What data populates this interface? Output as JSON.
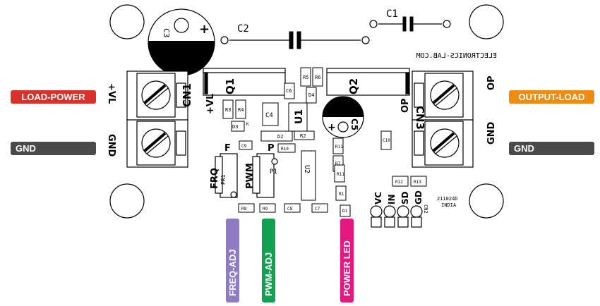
{
  "components": {
    "c1": "C1",
    "c2": "C2",
    "c3": "C3",
    "c4": "C4",
    "c5": "C5",
    "c6": "C6",
    "c7": "C7",
    "c8": "C8",
    "c9": "C9",
    "c10": "C10",
    "q1": "Q1",
    "q2": "Q2",
    "u1": "U1",
    "u2": "U2",
    "cn1": "CN1",
    "cn2": "CN2",
    "cn3": "CN3",
    "r1": "R1",
    "r2": "R2",
    "r3": "R3",
    "r4": "R4",
    "r5": "R5",
    "r6": "R6",
    "r7": "R7",
    "r8": "R8",
    "r9": "R9",
    "r10": "R10",
    "r11": "R11",
    "r12": "R12",
    "r13": "R13",
    "d1": "D1",
    "d2": "D2",
    "d3": "D3",
    "d4": "D4",
    "p1": "P1",
    "pr1": "PR1"
  },
  "silkscreen": {
    "brand": "ELECTRONICS-LAB.COM",
    "board_code": "211024D",
    "country": "INDIA",
    "vl_plus": "+VL",
    "gnd": "GND",
    "op": "OP",
    "f": "F",
    "p": "P",
    "frq": "FRQ",
    "pwm": "PWM",
    "plus": "+",
    "k": "K",
    "cn2_pins": [
      "VC",
      "IN",
      "SD",
      "GD"
    ]
  },
  "callouts": {
    "load_power": "LOAD-POWER",
    "gnd_left": "GND",
    "output_load": "OUTPUT-LOAD",
    "gnd_right": "GND",
    "freq_adj": "FREQ-ADJ",
    "pwm_adj": "PWM-ADJ",
    "power_led": "POWER LED"
  },
  "colors": {
    "load_power": "#d9322b",
    "gnd": "#4a4a4a",
    "output_load": "#ef8a13",
    "freq_adj": "#8e7cc3",
    "pwm_adj": "#12a150",
    "power_led": "#e3197f"
  }
}
